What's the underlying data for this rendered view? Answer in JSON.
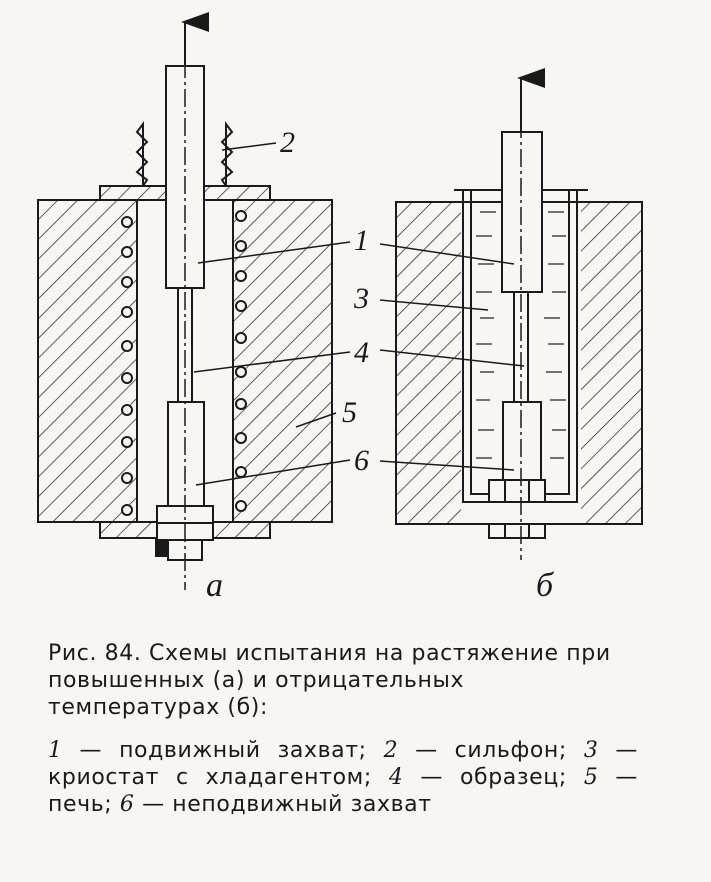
{
  "figure": {
    "callouts": [
      "2",
      "1",
      "3",
      "4",
      "5",
      "6",
      "1",
      "3",
      "4",
      "6"
    ],
    "sublabels": [
      "а",
      "б"
    ]
  },
  "caption": {
    "title": "Рис. 84. Схемы испытания на растяже­ние при повышенных (а) и отрицатель­ных температурах (б):",
    "legend": [
      {
        "num": "1",
        "text": "подвижный захват;"
      },
      {
        "num": "2",
        "text": "сильфон;"
      },
      {
        "num": "3",
        "text": "криостат с хладагентом;"
      },
      {
        "num": "4",
        "text": "обра­зец;"
      },
      {
        "num": "5",
        "text": "печь;"
      },
      {
        "num": "6",
        "text": "неподвижный за­хват"
      }
    ]
  }
}
